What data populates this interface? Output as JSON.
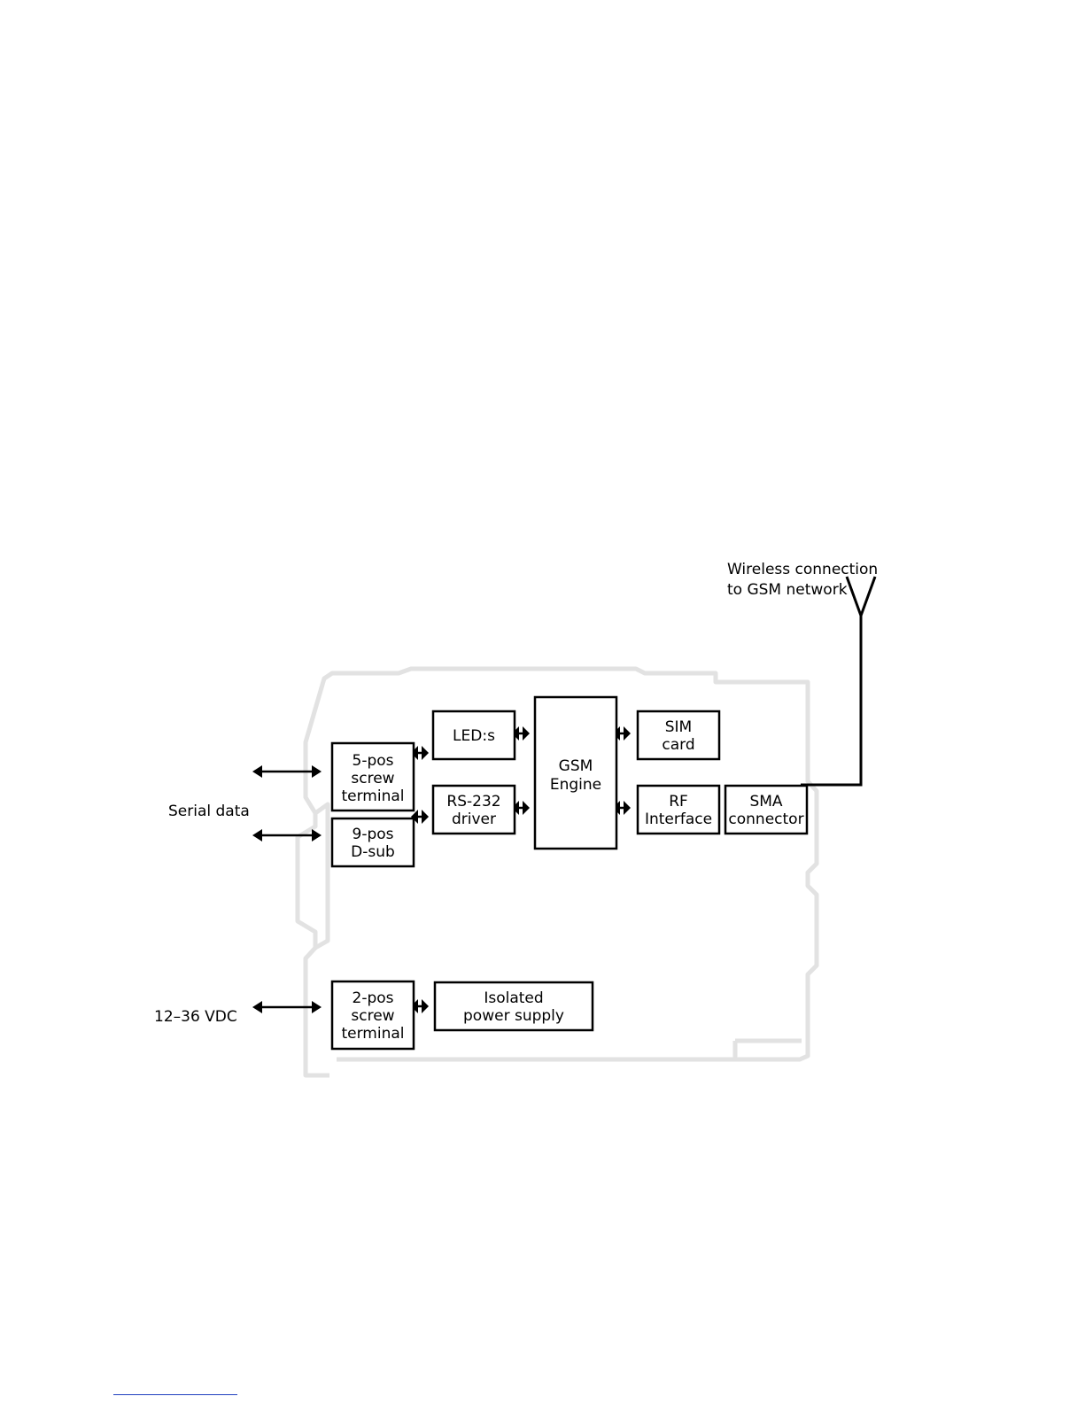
{
  "diagram": {
    "external_labels": {
      "antenna": [
        "Wireless connection",
        "to GSM network"
      ],
      "serial": "Serial data",
      "power": "12–36 VDC"
    },
    "blocks": {
      "screw5": [
        "5-pos",
        "screw",
        "terminal"
      ],
      "dsub9": [
        "9-pos",
        "D-sub"
      ],
      "leds": [
        "LED:s"
      ],
      "rs232": [
        "RS-232",
        "driver"
      ],
      "gsm": [
        "GSM",
        "Engine"
      ],
      "sim": [
        "SIM",
        "card"
      ],
      "rf": [
        "RF",
        "Interface"
      ],
      "sma": [
        "SMA",
        "connector"
      ],
      "screw2": [
        "2-pos",
        "screw",
        "terminal"
      ],
      "psu": [
        "Isolated",
        "power supply"
      ]
    },
    "colors": {
      "line": "#000000",
      "housing_outline": "#e2e2e2",
      "footer_rule": "#1f3fbf"
    }
  }
}
